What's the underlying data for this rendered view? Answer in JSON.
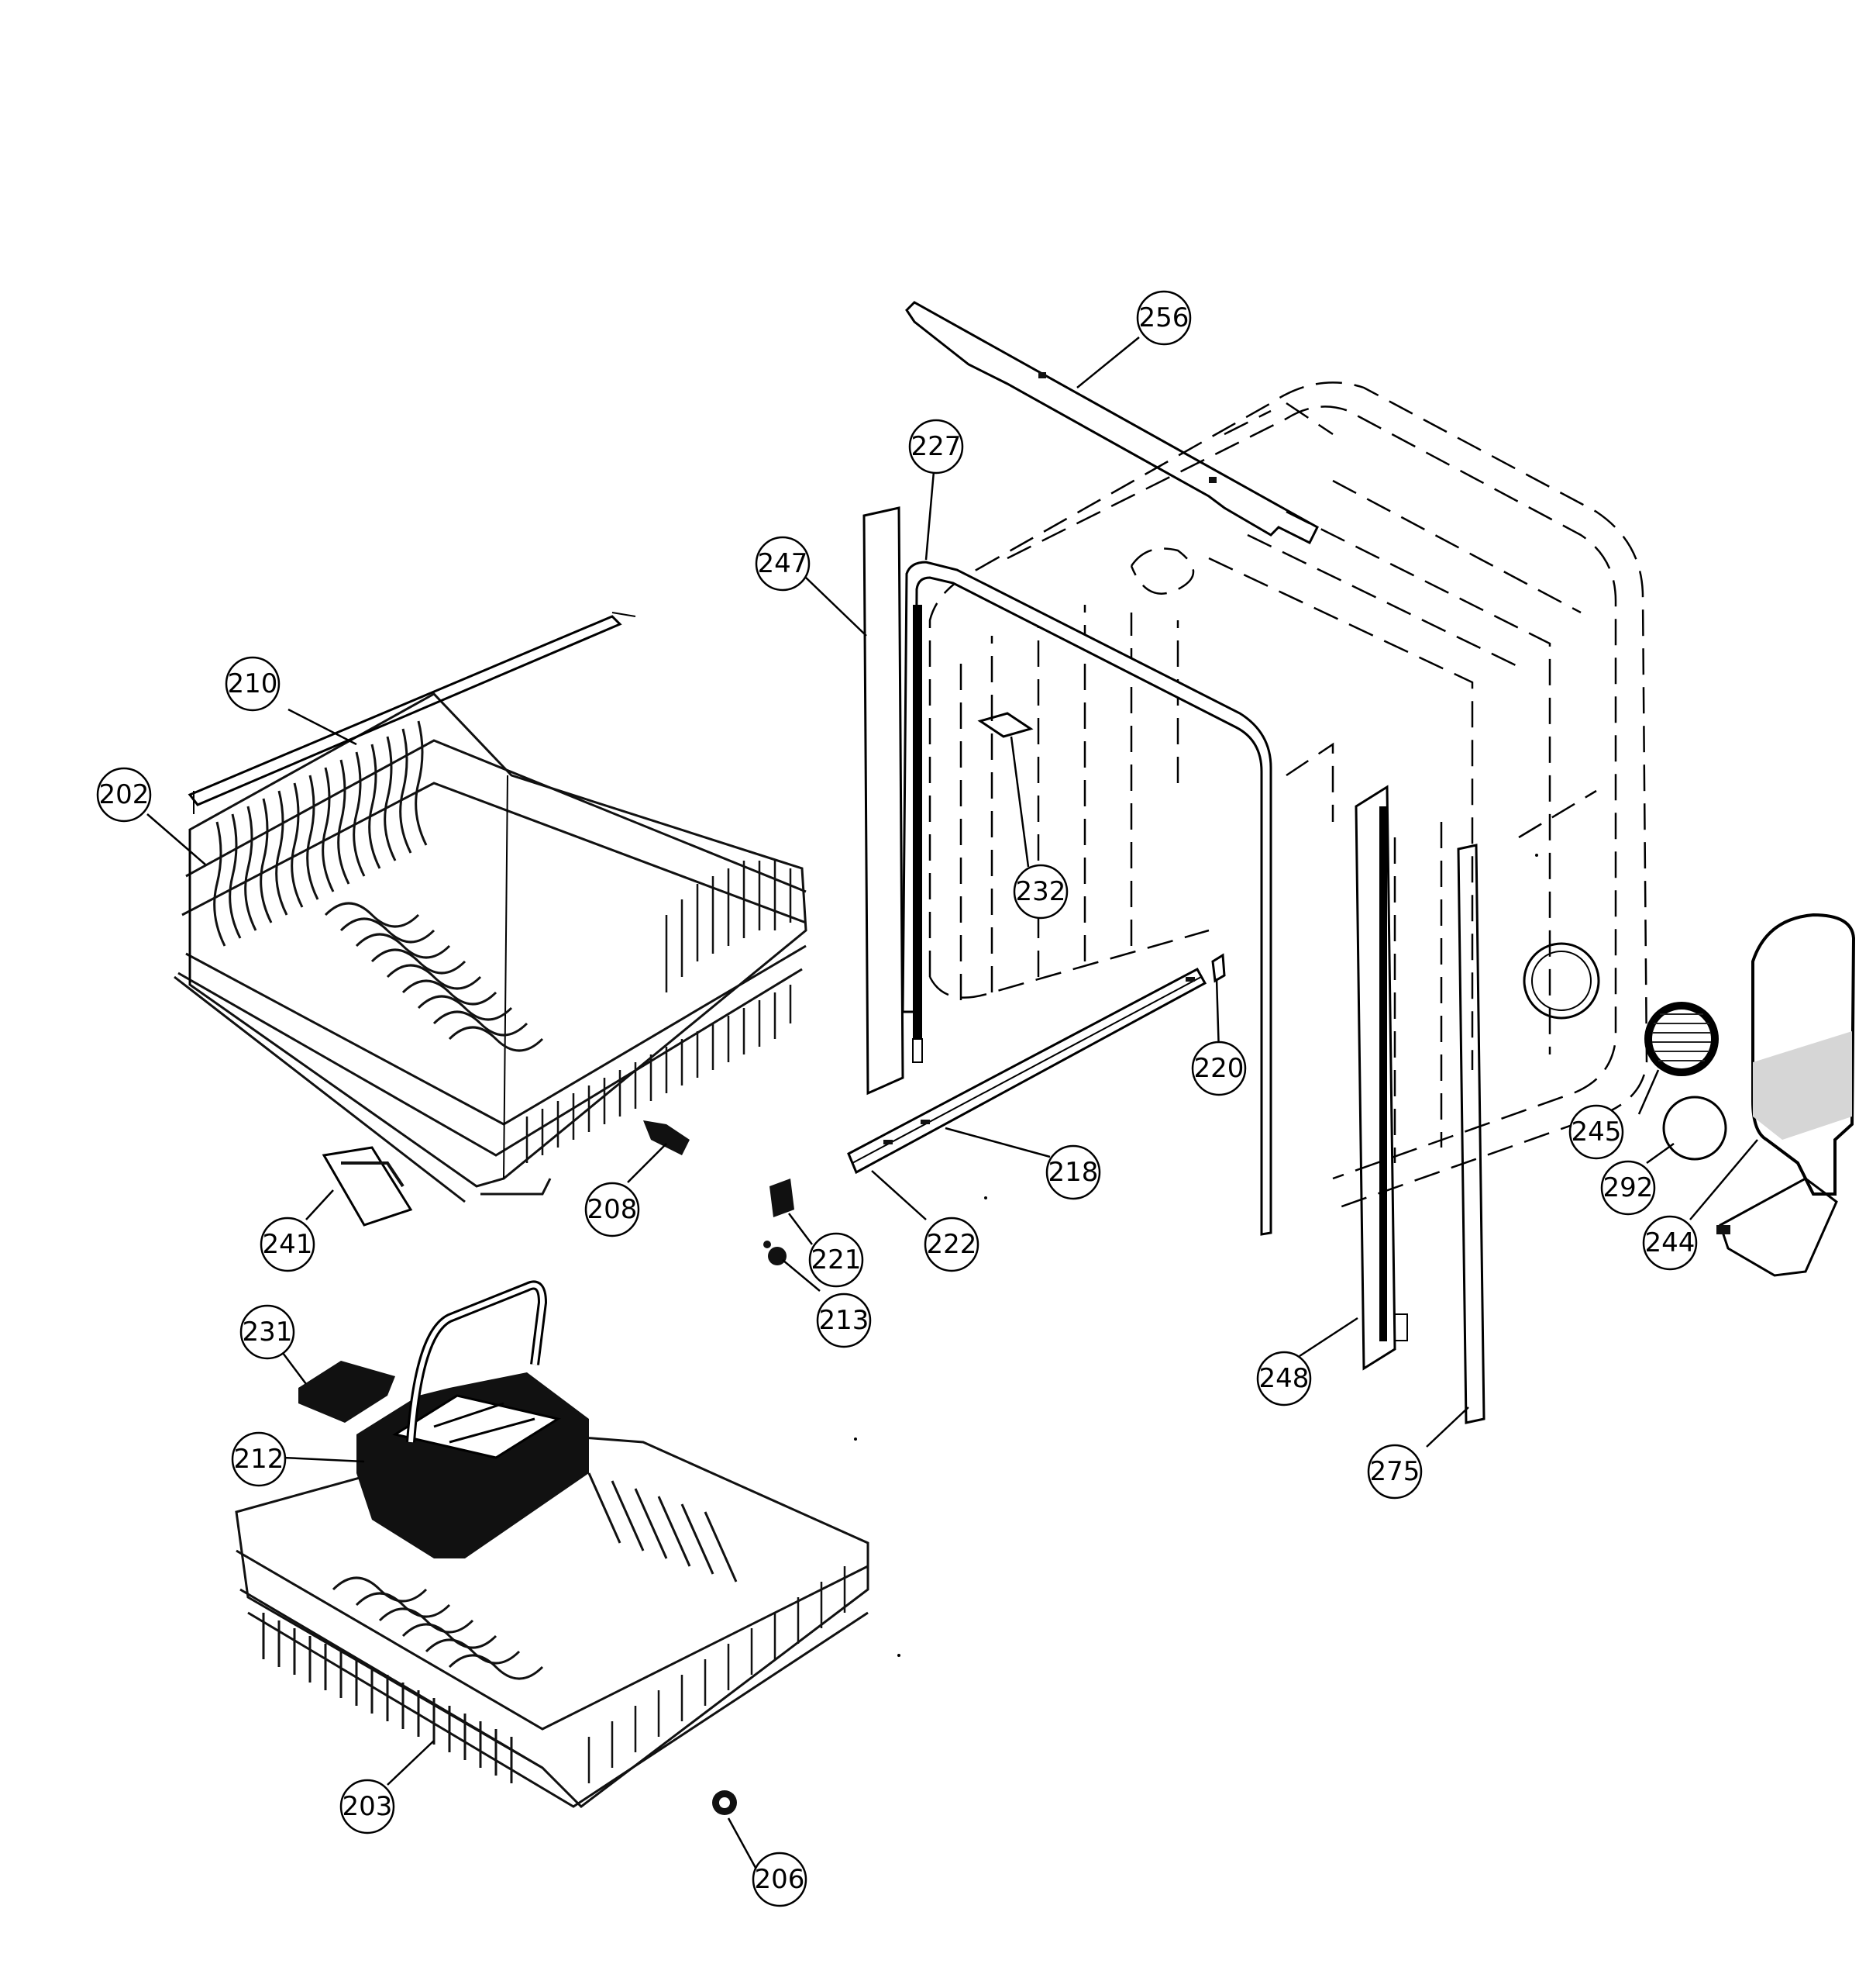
{
  "callouts": [
    {
      "id": "c256",
      "label": "256"
    },
    {
      "id": "c227",
      "label": "227"
    },
    {
      "id": "c247",
      "label": "247"
    },
    {
      "id": "c210",
      "label": "210"
    },
    {
      "id": "c202",
      "label": "202"
    },
    {
      "id": "c232",
      "label": "232"
    },
    {
      "id": "c220",
      "label": "220"
    },
    {
      "id": "c218",
      "label": "218"
    },
    {
      "id": "c245",
      "label": "245"
    },
    {
      "id": "c292",
      "label": "292"
    },
    {
      "id": "c244",
      "label": "244"
    },
    {
      "id": "c208",
      "label": "208"
    },
    {
      "id": "c241",
      "label": "241"
    },
    {
      "id": "c221",
      "label": "221"
    },
    {
      "id": "c222",
      "label": "222"
    },
    {
      "id": "c213",
      "label": "213"
    },
    {
      "id": "c248",
      "label": "248"
    },
    {
      "id": "c275",
      "label": "275"
    },
    {
      "id": "c231",
      "label": "231"
    },
    {
      "id": "c212",
      "label": "212"
    },
    {
      "id": "c203",
      "label": "203"
    },
    {
      "id": "c206",
      "label": "206"
    }
  ]
}
